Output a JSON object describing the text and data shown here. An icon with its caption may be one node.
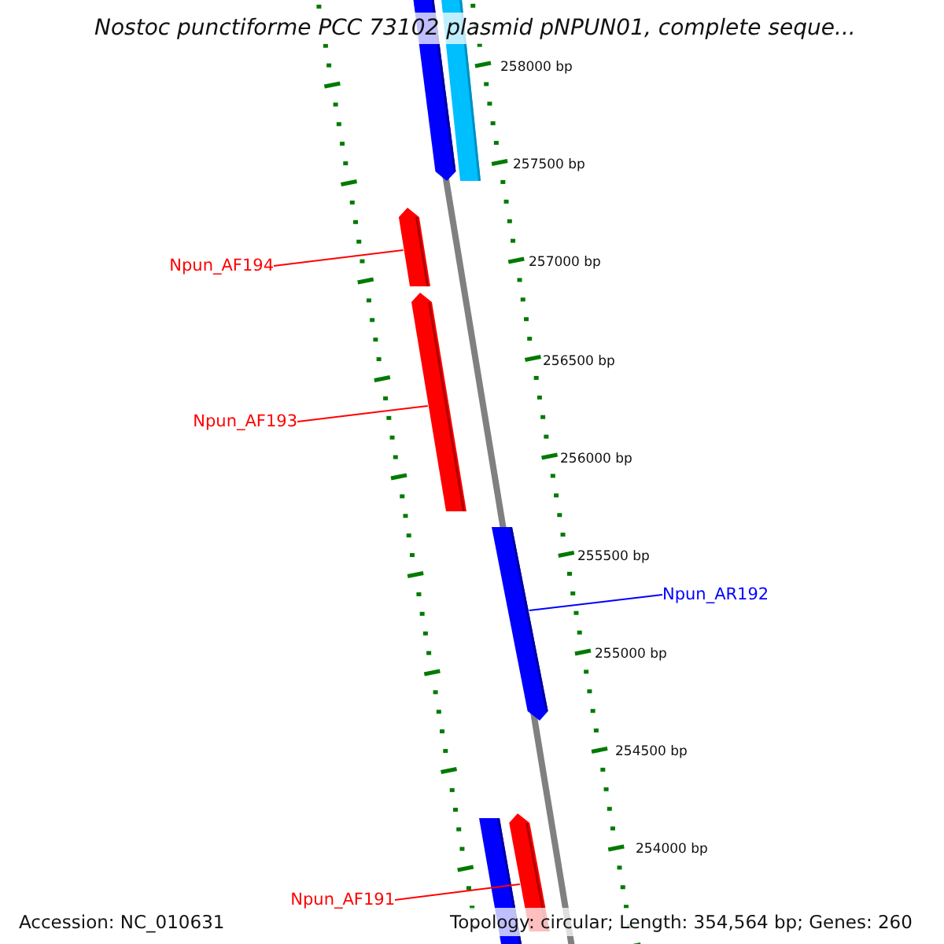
{
  "diagram": {
    "title": "Nostoc punctiforme PCC 73102 plasmid pNPUN01, complete seque...",
    "nodes": [
      {
        "text": [],
        "shape": "bar"
      },
      {
        "text": [],
        "shape": "bar"
      },
      {
        "text": [
          "Npun_AF194"
        ]
      },
      {
        "text": [],
        "shape": "bar"
      },
      {
        "text": [
          "Npun_AF193"
        ]
      },
      {
        "text": [],
        "shape": "bar"
      },
      {
        "text": [
          "Npun_AR192"
        ]
      },
      {
        "text": [],
        "shape": "bar"
      },
      {
        "text": [
          "Npun_AF191"
        ]
      },
      {
        "text": [],
        "shape": "bar"
      },
      {
        "text": [],
        "shape": "bar"
      }
    ],
    "edges": [
      {
        "from": 2,
        "to": 3,
        "arrow": "none"
      },
      {
        "from": 4,
        "to": 5,
        "arrow": "none"
      },
      {
        "from": 6,
        "to": 7,
        "arrow": "none",
        "color": "#0000ff"
      },
      {
        "from": 8,
        "to": 10,
        "arrow": "none"
      }
    ],
    "labels": [
      "258000 bp",
      "257500 bp",
      "257000 bp",
      "256500 bp",
      "256000 bp",
      "255500 bp",
      "255000 bp",
      "254500 bp",
      "254000 bp",
      "Accession: NC_010631",
      "Topology: circular; Length: 354,564 bp; Genes: 260"
    ]
  }
}
